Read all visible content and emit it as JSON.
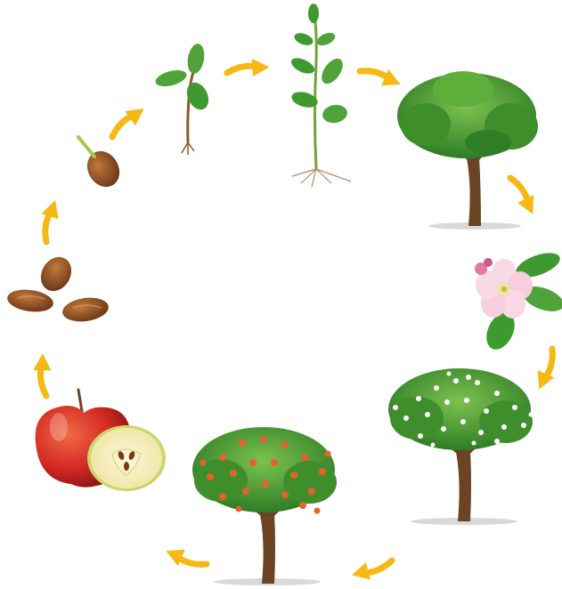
{
  "diagram": {
    "type": "cycle",
    "stages": [
      {
        "id": "seeds",
        "icon": "apple-seeds-icon"
      },
      {
        "id": "germinating-seed",
        "icon": "germinating-seed-icon"
      },
      {
        "id": "sprout",
        "icon": "sprout-icon"
      },
      {
        "id": "seedling",
        "icon": "seedling-icon"
      },
      {
        "id": "tree",
        "icon": "tree-icon"
      },
      {
        "id": "blossom",
        "icon": "apple-blossom-icon"
      },
      {
        "id": "flowering-tree",
        "icon": "flowering-tree-icon"
      },
      {
        "id": "fruiting-tree",
        "icon": "fruiting-tree-icon"
      },
      {
        "id": "apple",
        "icon": "apple-fruit-icon"
      }
    ],
    "arrow_color": "#F5B814",
    "colors": {
      "leaf": "#3E9A2E",
      "leaf_dark": "#2A7A22",
      "foliage_light": "#5EAE3C",
      "trunk": "#6B4423",
      "seed": "#8A4E22",
      "apple_red": "#D42A24",
      "apple_flesh": "#F7F1C6",
      "blossom_pink": "#F4B6CF",
      "fruit_orange": "#E8612A"
    }
  }
}
